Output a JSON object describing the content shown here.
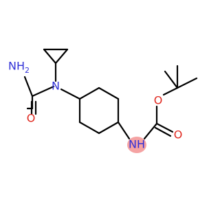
{
  "molecule": {
    "atoms": {
      "amine": "NH",
      "amine_subscript": "2",
      "amide_nitrogen": "N",
      "amide_oxygen": "O",
      "carbamate_nitrogen": "NH",
      "ester_oxygen": "O",
      "carbonyl_oxygen": "O"
    },
    "highlight": {
      "atom": "carbamate_nitrogen"
    }
  },
  "colors": {
    "bond": "#000000",
    "nitrogen": "#2f2fd6",
    "oxygen": "#e0281f",
    "highlight": "#f5a3a3"
  }
}
